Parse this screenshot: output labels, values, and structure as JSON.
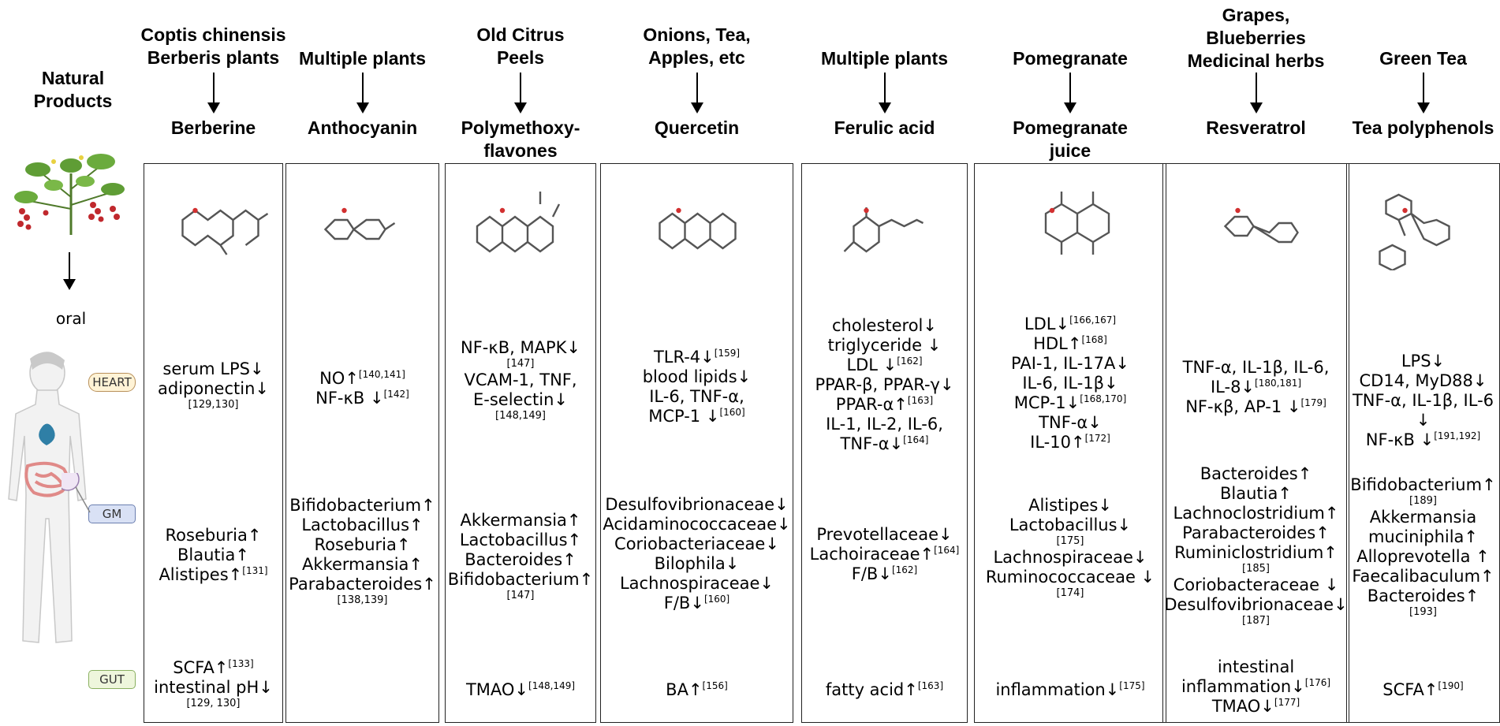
{
  "natural_products_label": "Natural Products",
  "oral_label": "oral",
  "tags": {
    "heart": "HEART",
    "gm": "GM",
    "gut": "GUT"
  },
  "colors": {
    "heart_tag_bg": "#fff3d6",
    "heart_tag_border": "#b8905a",
    "gm_tag_bg": "#d9e1f5",
    "gm_tag_border": "#6b7fb0",
    "gut_tag_bg": "#eef6dc",
    "gut_tag_border": "#8ab060"
  },
  "columns": [
    {
      "source": [
        "Coptis chinensis",
        "Berberis plants"
      ],
      "compound": [
        "Berberine"
      ],
      "heart": [
        [
          "serum LPS↓"
        ],
        [
          "adiponectin↓"
        ],
        [
          "[129,130]",
          "ref"
        ]
      ],
      "gm": [
        [
          "Roseburia↑"
        ],
        [
          "Blautia↑"
        ],
        [
          "Alistipes↑",
          "[131]"
        ]
      ],
      "gut": [
        [
          "SCFA↑",
          "[133]"
        ],
        [
          "intestinal pH↓"
        ],
        [
          "[129, 130]",
          "ref"
        ]
      ]
    },
    {
      "source": [
        "Multiple plants"
      ],
      "compound": [
        "Anthocyanin"
      ],
      "heart": [
        [
          "NO↑",
          "[140,141]"
        ],
        [
          "NF-κB ↓",
          "[142]"
        ]
      ],
      "gm": [
        [
          "Bifidobacterium↑"
        ],
        [
          "Lactobacillus↑"
        ],
        [
          "Roseburia↑"
        ],
        [
          "Akkermansia↑"
        ],
        [
          "Parabacteroides↑"
        ],
        [
          "[138,139]",
          "ref"
        ]
      ],
      "gut": []
    },
    {
      "source": [
        "Old Citrus",
        "Peels"
      ],
      "compound": [
        "Polymethoxy-",
        "flavones"
      ],
      "heart": [
        [
          "NF-κB, MAPK↓"
        ],
        [
          "[147]",
          "ref"
        ],
        [
          "VCAM-1, TNF,"
        ],
        [
          "E-selectin↓"
        ],
        [
          "[148,149]",
          "ref"
        ]
      ],
      "gm": [
        [
          "Akkermansia↑"
        ],
        [
          "Lactobacillus↑"
        ],
        [
          "Bacteroides↑"
        ],
        [
          "Bifidobacterium↑"
        ],
        [
          "[147]",
          "ref"
        ]
      ],
      "gut": [
        [
          "TMAO↓",
          "[148,149]"
        ]
      ]
    },
    {
      "source": [
        "Onions, Tea,",
        "Apples, etc"
      ],
      "compound": [
        "Quercetin"
      ],
      "heart": [
        [
          "TLR-4↓",
          "[159]"
        ],
        [
          "blood lipids↓"
        ],
        [
          "IL-6, TNF-α,"
        ],
        [
          "MCP-1 ↓",
          "[160]"
        ]
      ],
      "gm": [
        [
          "Desulfovibrionaceae↓"
        ],
        [
          "Acidaminococcaceae↓"
        ],
        [
          "Coriobacteriaceae↓"
        ],
        [
          "Bilophila↓"
        ],
        [
          "Lachnospiraceae↓"
        ],
        [
          "F/B↓",
          "[160]"
        ]
      ],
      "gut": [
        [
          "BA↑",
          "[156]"
        ]
      ]
    },
    {
      "source": [
        "Multiple plants"
      ],
      "compound": [
        "Ferulic acid"
      ],
      "heart": [
        [
          "cholesterol↓"
        ],
        [
          "triglyceride ↓"
        ],
        [
          "LDL ↓",
          "[162]"
        ],
        [
          "PPAR-β, PPAR-γ↓"
        ],
        [
          "PPAR-α↑",
          "[163]"
        ],
        [
          "IL-1, IL-2, IL-6,"
        ],
        [
          "TNF-α↓",
          "[164]"
        ]
      ],
      "gm": [
        [
          "Prevotellaceae↓"
        ],
        [
          "Lachoiraceae↑",
          "[164]"
        ],
        [
          "F/B↓",
          "[162]"
        ]
      ],
      "gut": [
        [
          "fatty acid↑",
          "[163]"
        ]
      ]
    },
    {
      "source": [
        "Pomegranate"
      ],
      "compound": [
        "Pomegranate",
        "juice"
      ],
      "heart": [
        [
          "LDL↓",
          "[166,167]"
        ],
        [
          "HDL↑",
          "[168]"
        ],
        [
          "PAI-1, IL-17A↓"
        ],
        [
          "IL-6, IL-1β↓"
        ],
        [
          "MCP-1↓",
          "[168,170]"
        ],
        [
          "TNF-α↓"
        ],
        [
          "IL-10↑",
          "[172]"
        ]
      ],
      "gm": [
        [
          "Alistipes↓"
        ],
        [
          "Lactobacillus↓"
        ],
        [
          "[175]",
          "ref"
        ],
        [
          "Lachnospiraceae↓"
        ],
        [
          "Ruminococcaceae ↓"
        ],
        [
          "[174]",
          "ref"
        ]
      ],
      "gut": [
        [
          "inflammation↓",
          "[175]"
        ]
      ]
    },
    {
      "source": [
        "Grapes,",
        "Blueberries",
        "Medicinal herbs"
      ],
      "compound": [
        "Resveratrol"
      ],
      "heart": [
        [
          "TNF-α, IL-1β, IL-6,"
        ],
        [
          "IL-8↓",
          "[180,181]"
        ],
        [
          "NF-κβ, AP-1 ↓",
          "[179]"
        ]
      ],
      "gm": [
        [
          "Bacteroides↑"
        ],
        [
          "Blautia↑"
        ],
        [
          "Lachnoclostridium↑"
        ],
        [
          "Parabacteroides↑"
        ],
        [
          "Ruminiclostridium↑"
        ],
        [
          "[185]",
          "ref"
        ],
        [
          "Coriobacteraceae ↓"
        ],
        [
          "Desulfovibrionaceae↓"
        ],
        [
          "[187]",
          "ref"
        ]
      ],
      "gut": [
        [
          "intestinal"
        ],
        [
          "inflammation↓",
          "[176]"
        ],
        [
          "TMAO↓",
          "[177]"
        ]
      ]
    },
    {
      "source": [
        "Green Tea"
      ],
      "compound": [
        "Tea polyphenols"
      ],
      "heart": [
        [
          "LPS↓"
        ],
        [
          "CD14, MyD88↓"
        ],
        [
          "TNF-α, IL-1β, IL-6 ↓"
        ],
        [
          "NF-κB ↓",
          "[191,192]"
        ]
      ],
      "gm": [
        [
          "Bifidobacterium↑"
        ],
        [
          "[189]",
          "ref"
        ],
        [
          "Akkermansia"
        ],
        [
          "muciniphila↑"
        ],
        [
          "Alloprevotella ↑"
        ],
        [
          "Faecalibaculum↑"
        ],
        [
          "Bacteroides↑"
        ],
        [
          "[193]",
          "ref"
        ]
      ],
      "gut": [
        [
          "SCFA↑",
          "[190]"
        ]
      ]
    }
  ]
}
